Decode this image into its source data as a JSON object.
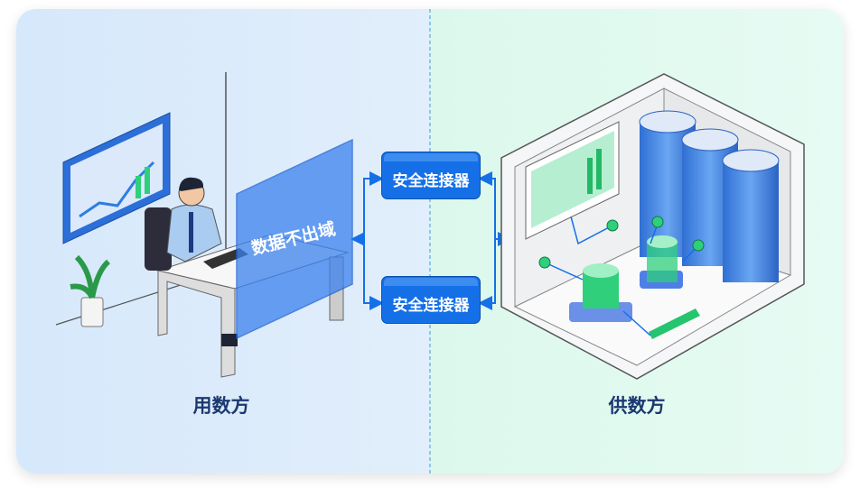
{
  "connectors": [
    {
      "label": "安全连接器"
    },
    {
      "label": "安全连接器"
    }
  ],
  "glass_panel": {
    "label": "数据不出域"
  },
  "left_side": {
    "label": "用数方"
  },
  "right_side": {
    "label": "供数方"
  },
  "colors": {
    "accent": "#1570e8",
    "left_bg": "#d6e8fb",
    "right_bg": "#dcf8ec",
    "green": "#2fcf7c",
    "label": "#1c3870"
  }
}
